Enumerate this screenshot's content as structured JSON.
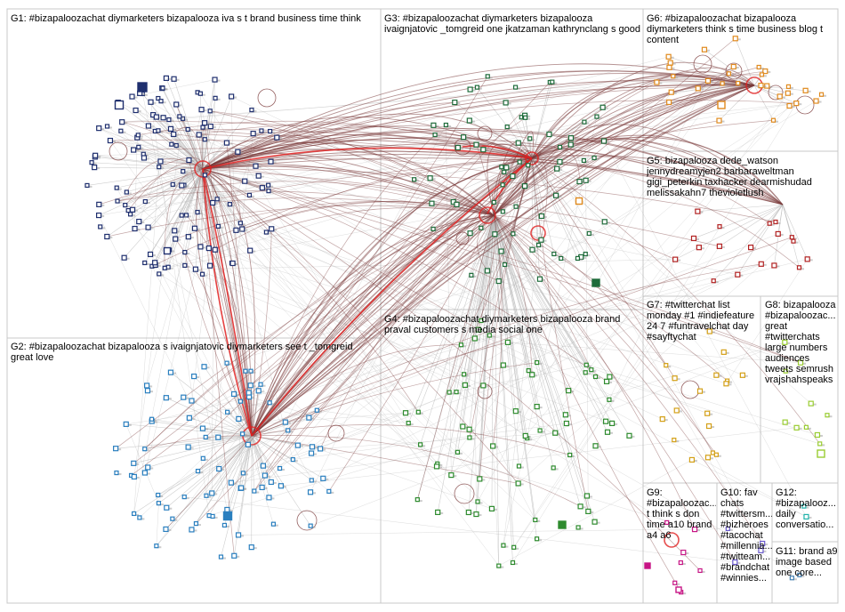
{
  "title": "",
  "groups": [
    {
      "id": "G1",
      "label": "G1: #bizapaloozachat diymarketers bizapalooza iva s t brand business time think",
      "color": "#1f2f6e"
    },
    {
      "id": "G2",
      "label": "G2: #bizapaloozachat bizapalooza s ivaignjatovic diymarketers see t _tomgreid great love",
      "color": "#2a7fbf"
    },
    {
      "id": "G3",
      "label": "G3: #bizapaloozachat diymarketers bizapalooza ivaignjatovic _tomgreid one jkatzaman kathrynclang s good",
      "color": "#1e6b3a"
    },
    {
      "id": "G4",
      "label": "G4: #bizapaloozachat diymarketers bizapalooza brand praval customers s media social one",
      "color": "#2e8b2e"
    },
    {
      "id": "G5",
      "label": "G5: bizapalooza dede_watson jennydreamyjen2 barbaraweltman gigi_peterkin taxhacker dearmishudad melissakahn7 thevioletlush",
      "color": "#b22222"
    },
    {
      "id": "G6",
      "label": "G6: #bizapaloozachat bizapalooza diymarketers think s time business blog t content",
      "color": "#e08a1e"
    },
    {
      "id": "G7",
      "label": "G7: #twitterchat list monday #1 #indiefeature 24 7 #funtravelchat day #sayftychat",
      "color": "#d4a017"
    },
    {
      "id": "G8",
      "label": "G8: bizapalooza #bizapaloozac... great #twitterchats large numbers audiences tweets semrush vrajshahspeaks",
      "color": "#9acd32"
    },
    {
      "id": "G9",
      "label": "G9: #bizapaloozac... t think s don time a10 brand a4 a6",
      "color": "#c71585"
    },
    {
      "id": "G10",
      "label": "G10: fav chats #twittersm... #bizheroes #tacochat #millennia... #twitteam... #brandchat #winnies...",
      "color": "#6a5acd"
    },
    {
      "id": "G12",
      "label": "G12: #bizapalooz... daily conversatio...",
      "color": "#20b2aa"
    },
    {
      "id": "G11",
      "label": "G11: brand a9 image based one core...",
      "color": "#4682b4"
    }
  ],
  "colors": {
    "edge_dark": "#7a3a3a",
    "edge_light": "#b9b9b9",
    "edge_highlight": "#e02020",
    "panel_border": "#c8c8c8"
  }
}
